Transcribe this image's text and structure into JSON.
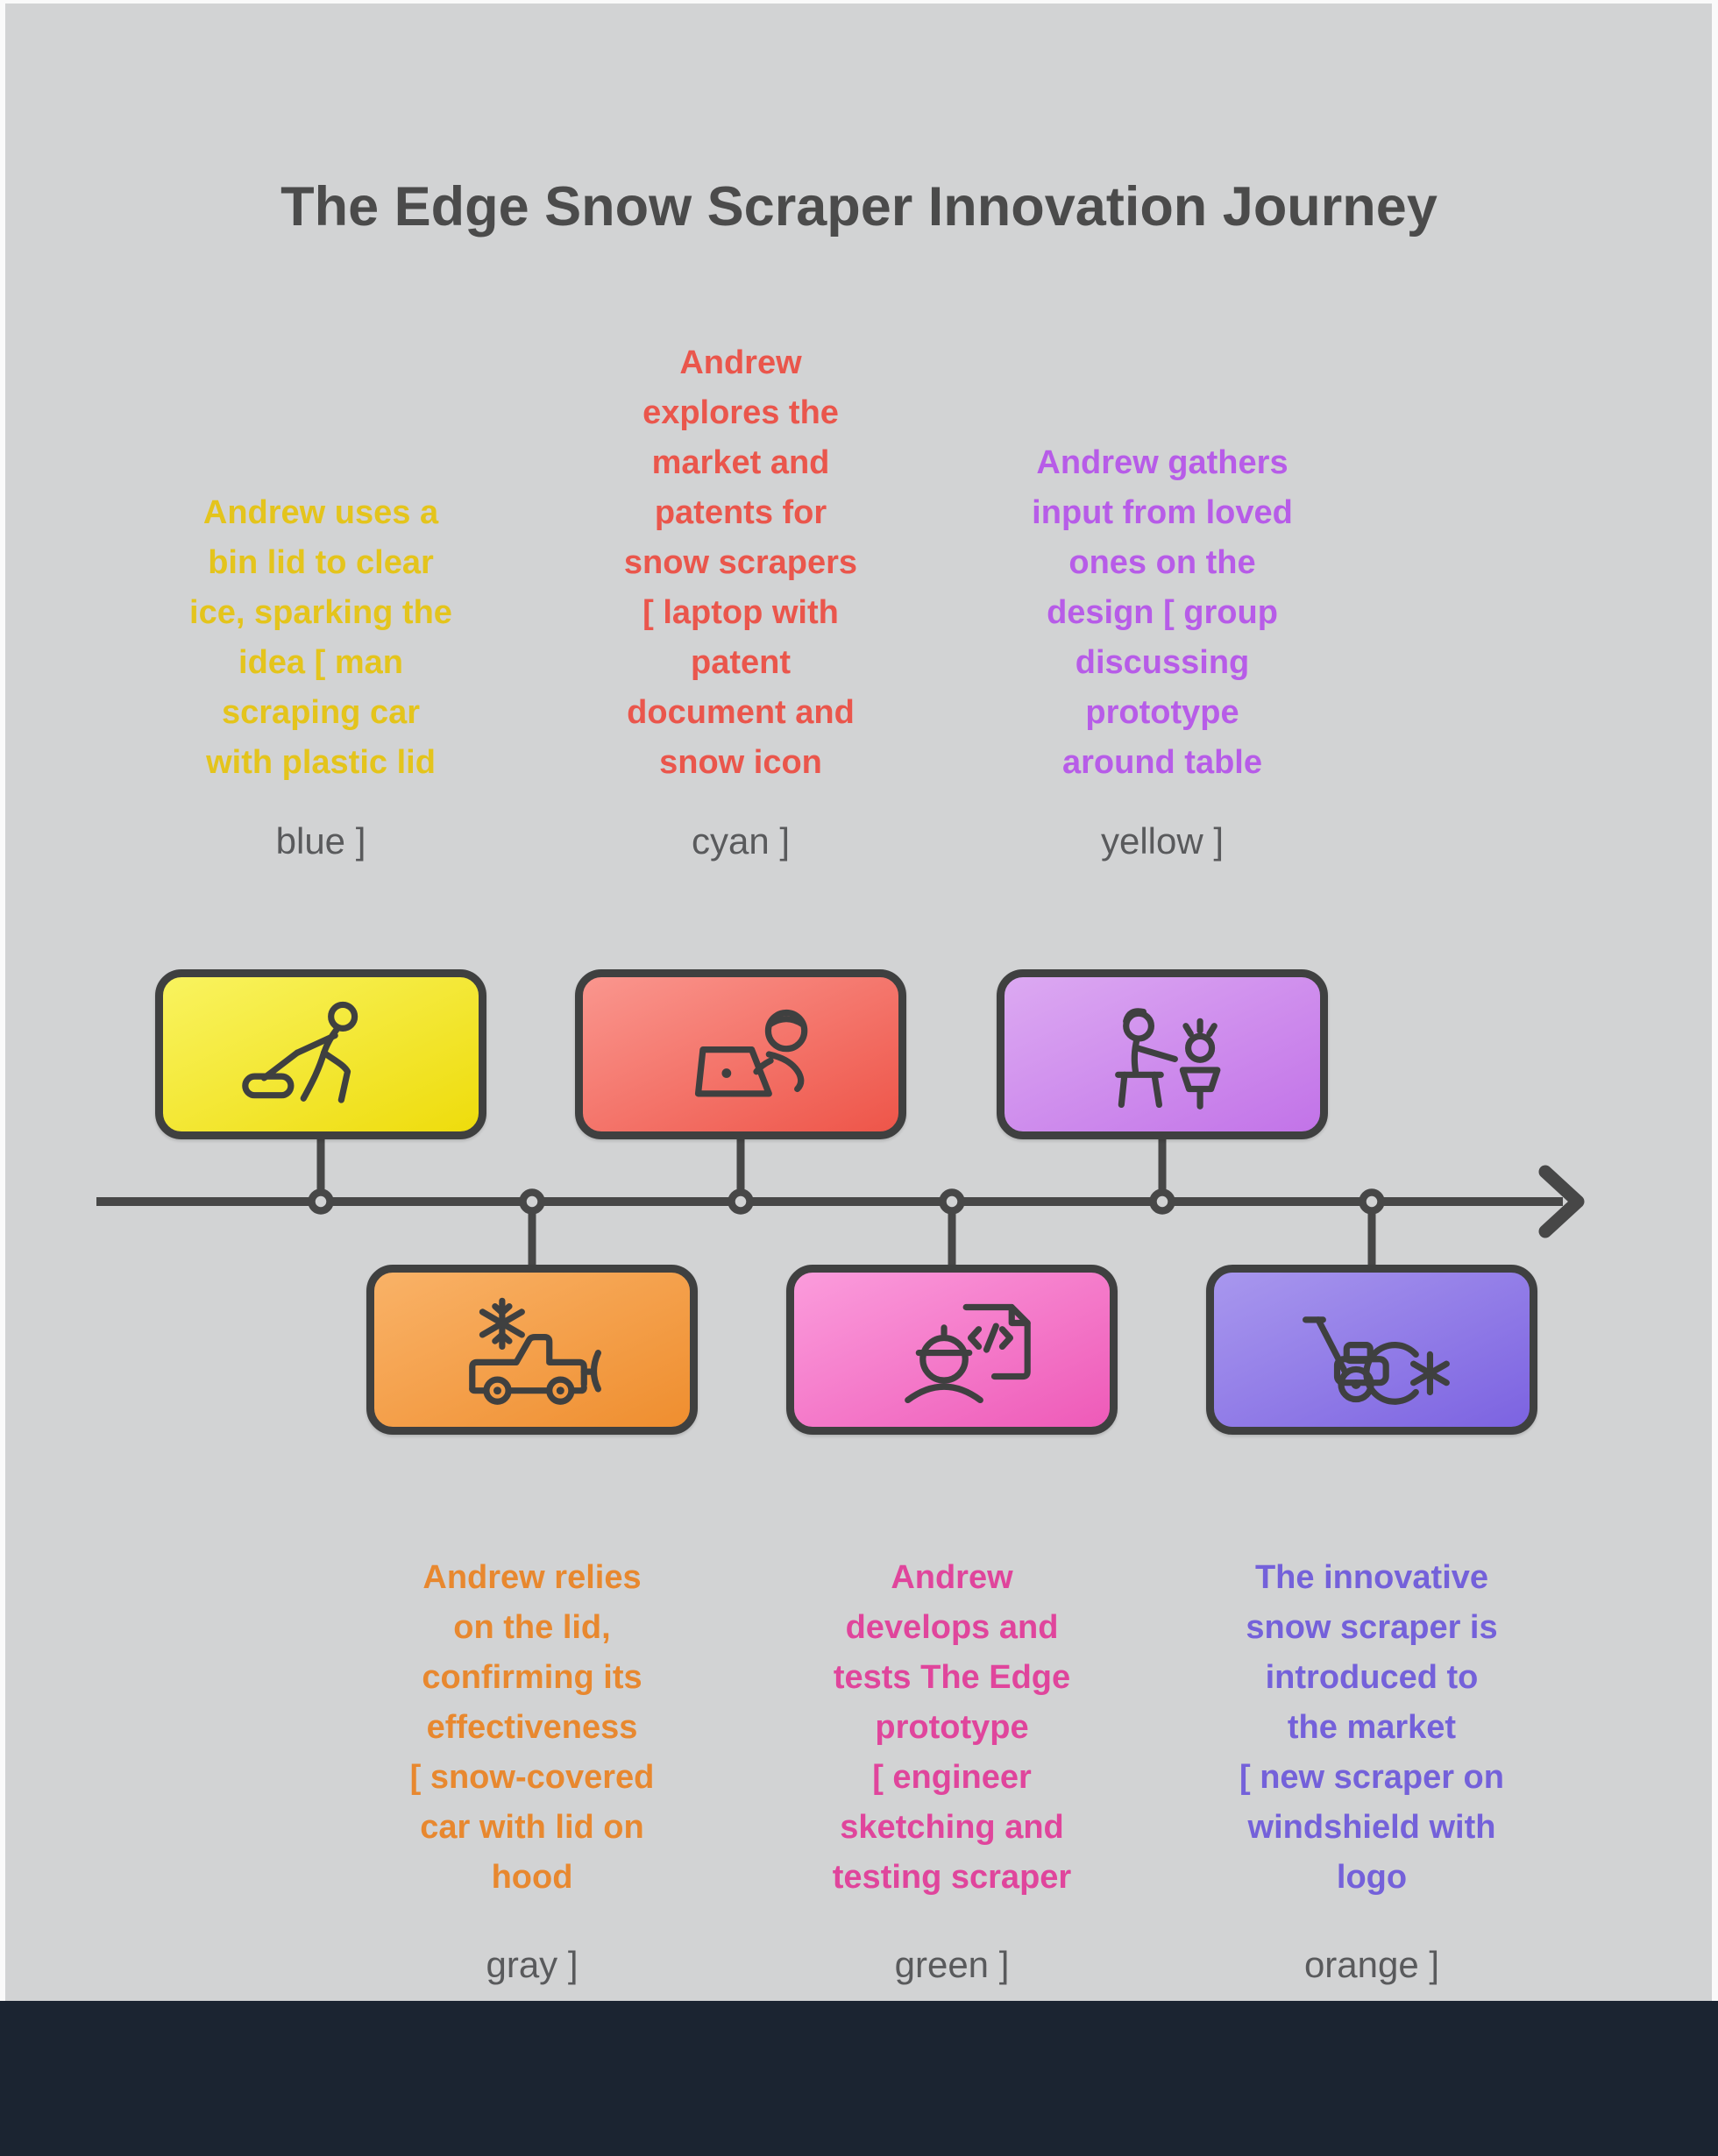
{
  "page": {
    "title": "The Edge Snow Scraper Innovation Journey",
    "title_color": "#4b4b4b",
    "canvas_color": "#d2d3d4",
    "edge_color": "#fafafa",
    "footer_color": "#1b2431"
  },
  "timeline": {
    "color": "#474747",
    "direction": "left-to-right",
    "node_count": 6
  },
  "labels_color": "#595a5c",
  "milestones": [
    {
      "position": "top",
      "description": "Andrew uses a\nbin lid to clear\nice, sparking the\nidea [ man\nscraping car\nwith plastic lid",
      "bracket_label": "blue ]",
      "text_color": "#e4c41c",
      "card_colors": [
        "#f9f35f",
        "#eedc0c"
      ],
      "icon": "man-scraping-car-icon"
    },
    {
      "position": "top",
      "description": "Andrew\nexplores the\nmarket and\npatents for\nsnow scrapers\n[ laptop with\npatent\ndocument and\nsnow icon",
      "bracket_label": "cyan ]",
      "text_color": "#ea564c",
      "card_colors": [
        "#fa968e",
        "#ee5549"
      ],
      "icon": "laptop-patent-icon"
    },
    {
      "position": "top",
      "description": "Andrew gathers\ninput from loved\nones on the\ndesign [ group\ndiscussing\nprototype\naround table",
      "bracket_label": "yellow ]",
      "text_color": "#b75ce8",
      "card_colors": [
        "#dca9f2",
        "#c273e8"
      ],
      "icon": "group-discussion-icon"
    },
    {
      "position": "bottom",
      "description": "Andrew relies\non the lid,\nconfirming its\neffectiveness\n[ snow-covered\ncar with lid on\nhood",
      "bracket_label": "gray ]",
      "text_color": "#e8882f",
      "card_colors": [
        "#f9b267",
        "#ef8e2f"
      ],
      "icon": "snowplow-truck-icon"
    },
    {
      "position": "bottom",
      "description": "Andrew\ndevelops and\ntests The Edge\nprototype\n[ engineer\nsketching and\ntesting scraper",
      "bracket_label": "green ]",
      "text_color": "#e0459c",
      "card_colors": [
        "#fb9cdc",
        "#ee5ab8"
      ],
      "icon": "engineer-document-icon"
    },
    {
      "position": "bottom",
      "description": "The innovative\nsnow scraper is\nintroduced to\nthe market\n[ new scraper on\nwindshield with\nlogo",
      "bracket_label": "orange ]",
      "text_color": "#7461da",
      "card_colors": [
        "#a897ee",
        "#7c63e1"
      ],
      "icon": "snow-blower-icon"
    }
  ]
}
